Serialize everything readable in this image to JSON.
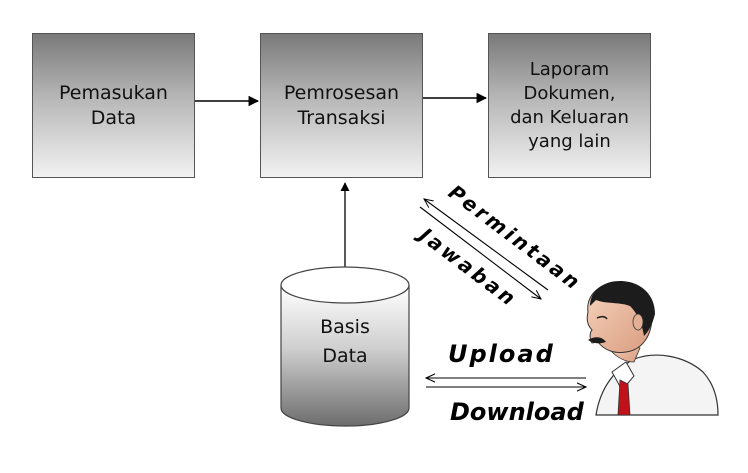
{
  "nodes": {
    "input": "Pemasukan\nData",
    "process": "Pemrosesan\nTransaksi",
    "output": "Laporam\nDokumen,\ndan Keluaran\nyang lain",
    "database": "Basis\nData"
  },
  "labels": {
    "request": "Permintaan",
    "response": "Jawaban",
    "upload": "Upload",
    "download": "Download"
  },
  "icons": {
    "user": "person-icon"
  }
}
